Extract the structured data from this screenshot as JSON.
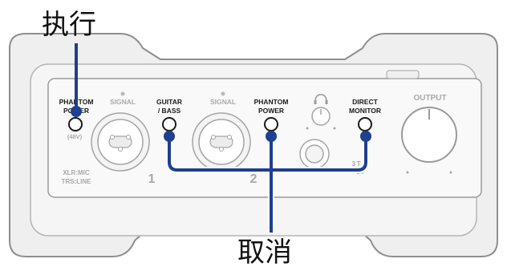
{
  "callouts": {
    "execute": "执行",
    "cancel": "取消"
  },
  "panel": {
    "phantom_left_line1": "PHANTOM",
    "phantom_left_line2": "POWER",
    "phantom_left_sub": "(48V)",
    "signal_1": "SIGNAL",
    "guitar_bass_line1": "GUITAR",
    "guitar_bass_line2": "/ BASS",
    "signal_2": "SIGNAL",
    "phantom_right_line1": "PHANTOM",
    "phantom_right_line2": "POWER",
    "direct_monitor_line1": "DIRECT",
    "direct_monitor_line2": "MONITOR",
    "output": "OUTPUT",
    "xlr_mic": "XLR:MIC",
    "trs_line": "TRS:LINE",
    "input_1": "1",
    "input_2": "2",
    "jack_label_line1": "3 T",
    "jack_label_line2": "UT"
  },
  "colors": {
    "accent": "#1f3f8f",
    "device_body": "#f2f2f2",
    "device_outline": "#9a9a9a",
    "label_grey": "#a9a9a9"
  },
  "icons": {
    "headphone": "headphone-icon"
  }
}
